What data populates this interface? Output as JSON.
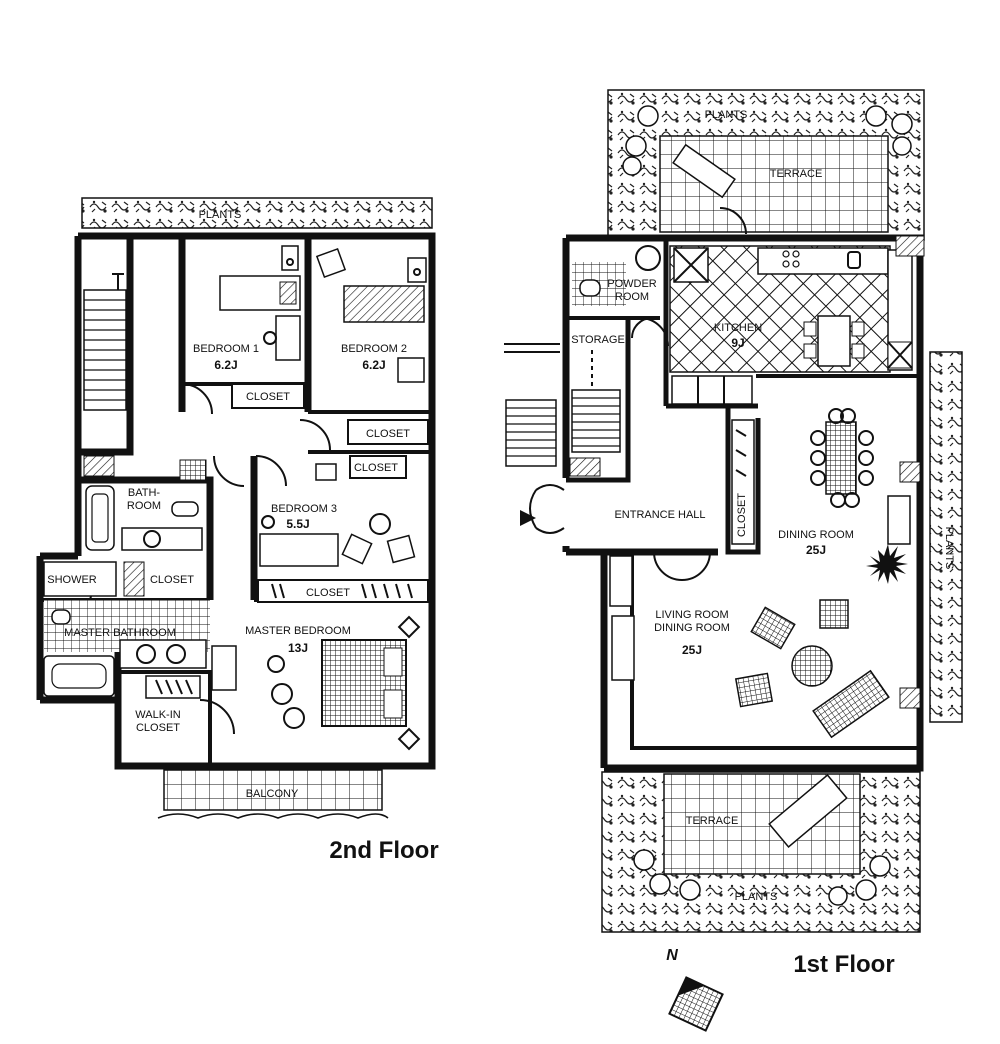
{
  "second_floor": {
    "title": "2nd Floor",
    "rooms": {
      "plants": "PLANTS",
      "bedroom1": "BEDROOM 1",
      "bedroom1_size": "6.2J",
      "bedroom2": "BEDROOM 2",
      "bedroom2_size": "6.2J",
      "closet_b1": "CLOSET",
      "closet_b2a": "CLOSET",
      "closet_b2b": "CLOSET",
      "bathroom": "BATH-\nROOM",
      "bedroom3": "BEDROOM 3",
      "bedroom3_size": "5.5J",
      "shower": "SHOWER",
      "closet_bath": "CLOSET",
      "closet_b3": "CLOSET",
      "master_bathroom": "MASTER BATHROOM",
      "master_bedroom": "MASTER BEDROOM",
      "master_bedroom_size": "13J",
      "walkin_closet": "WALK-IN\nCLOSET",
      "balcony": "BALCONY"
    }
  },
  "first_floor": {
    "title": "1st Floor",
    "rooms": {
      "plants_top": "PLANTS",
      "terrace_top": "TERRACE",
      "powder_room": "POWDER\nROOM",
      "storage": "STORAGE",
      "kitchen": "KITCHEN",
      "kitchen_size": "9J",
      "entrance_hall": "ENTRANCE HALL",
      "closet_hall": "CLOSET",
      "dining_room": "DINING ROOM",
      "dining_room_size": "25J",
      "plants_right": "PLANTS",
      "living_room": "LIVING ROOM\nDINING ROOM",
      "living_room_size": "25J",
      "terrace_bottom": "TERRACE",
      "plants_bottom": "PLANTS"
    }
  },
  "compass": {
    "label": "N"
  }
}
